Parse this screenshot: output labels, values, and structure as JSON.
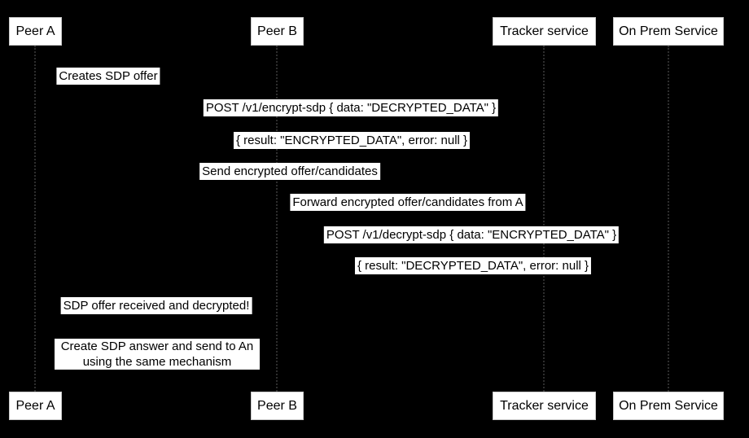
{
  "diagram": {
    "type": "sequence-diagram",
    "colors": {
      "background": "#000000",
      "box_fill": "#ffffff",
      "box_border": "#c9c9c9",
      "text": "#000000",
      "lifeline_dotted": "#2e2e2e"
    },
    "actors": [
      {
        "label": "Peer A"
      },
      {
        "label": "Peer B"
      },
      {
        "label": "Tracker service"
      },
      {
        "label": "On Prem Service"
      }
    ],
    "messages": [
      {
        "text": "Creates SDP offer"
      },
      {
        "text": "POST /v1/encrypt-sdp { data: \"DECRYPTED_DATA\" }"
      },
      {
        "text": "{ result: \"ENCRYPTED_DATA\", error: null }"
      },
      {
        "text": "Send encrypted offer/candidates"
      },
      {
        "text": "Forward encrypted offer/candidates from A"
      },
      {
        "text": "POST /v1/decrypt-sdp { data: \"ENCRYPTED_DATA\" }"
      },
      {
        "text": "{ result: \"DECRYPTED_DATA\", error: null }"
      },
      {
        "text": "SDP offer received and decrypted!"
      }
    ],
    "note": {
      "lines": [
        "Create SDP answer and send to An",
        "using the same mechanism"
      ]
    }
  }
}
